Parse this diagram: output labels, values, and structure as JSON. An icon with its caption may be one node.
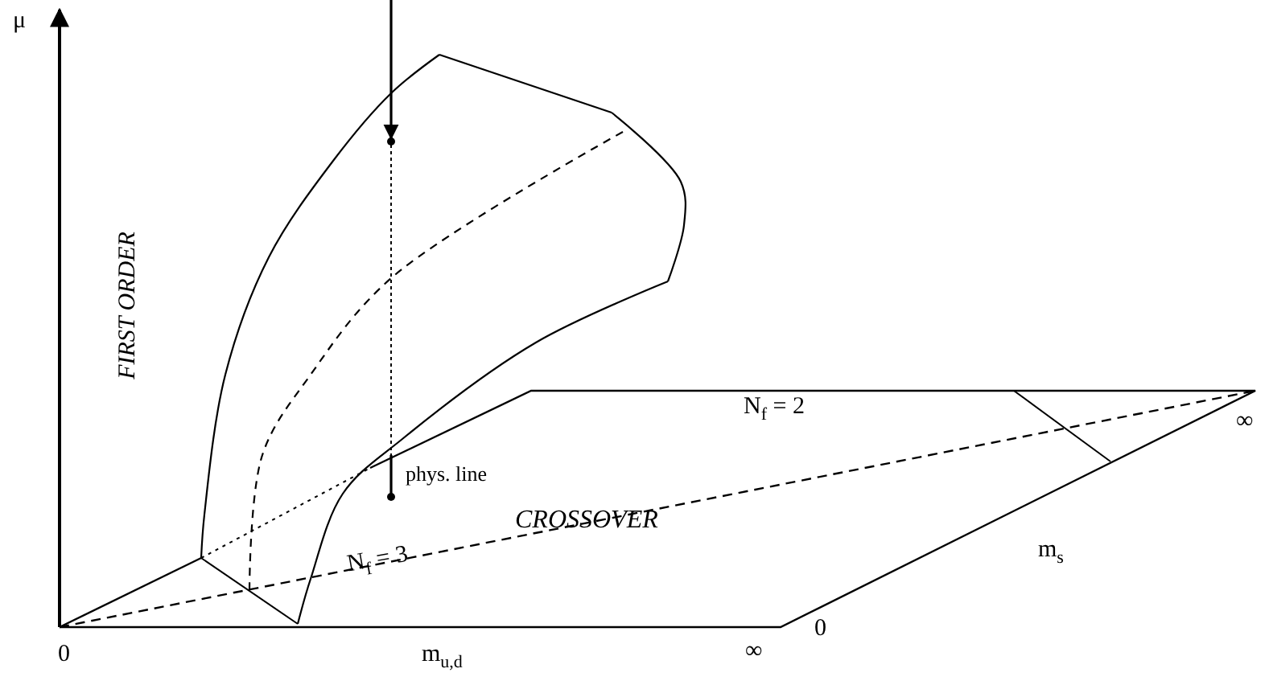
{
  "diagram": {
    "labels": [
      "μ",
      "N$_{f}$ = 2",
      "∞",
      "FIRST ORDER",
      "phys. line",
      "CROSSOVER",
      "N$_{f}$ = 3",
      "m$_{s}$",
      "0",
      "0",
      "m$_{u,d}$",
      "∞"
    ]
  }
}
